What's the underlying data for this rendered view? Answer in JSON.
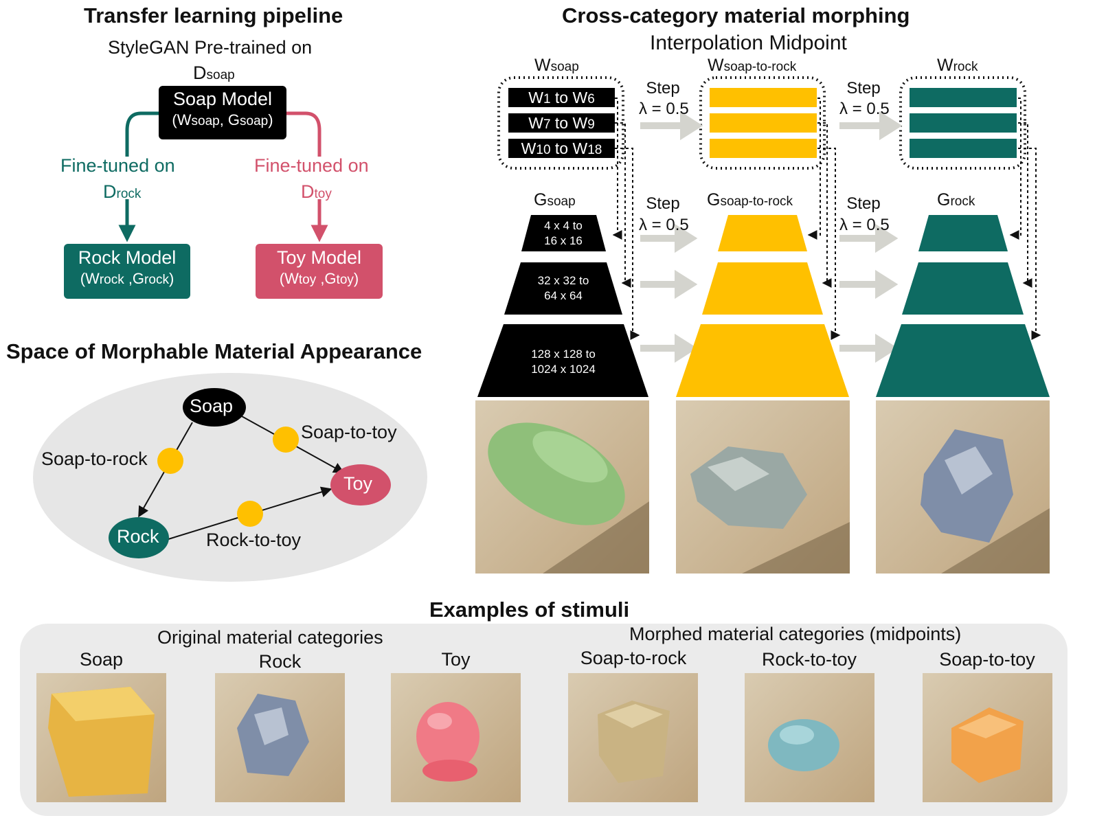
{
  "colors": {
    "teal": "#0e6b62",
    "pink": "#d2516b",
    "yellow": "#ffc000",
    "black": "#000000",
    "ellipse": "#e6e6e6",
    "arrow_gray": "#d4d4ce",
    "panel": "#ebebeb"
  },
  "transfer": {
    "title": "Transfer learning pipeline",
    "subtitle_line1": "StyleGAN Pre-trained on",
    "subtitle_d": "D",
    "subtitle_sub": "soap",
    "soap_model": {
      "label": "Soap Model",
      "params": "(W",
      "p1": "soap",
      "p2": ", G",
      "p3": "soap",
      "p4": ")"
    },
    "finetune_rock": {
      "label": "Fine-tuned on",
      "d": "D",
      "sub": "rock"
    },
    "finetune_toy": {
      "label": "Fine-tuned on",
      "d": "D",
      "sub": "toy"
    },
    "rock_model": {
      "label": "Rock Model",
      "params": "(W",
      "p1": "rock",
      "p2": " ,G",
      "p3": "rock",
      "p4": ")"
    },
    "toy_model": {
      "label": "Toy Model",
      "params": "(W",
      "p1": "toy",
      "p2": " ,G",
      "p3": "toy",
      "p4": ")"
    }
  },
  "space": {
    "title": "Space of Morphable Material Appearance",
    "nodes": {
      "soap": "Soap",
      "rock": "Rock",
      "toy": "Toy"
    },
    "midpoints": {
      "soap_to_rock": "Soap-to-rock",
      "soap_to_toy": "Soap-to-toy",
      "rock_to_toy": "Rock-to-toy"
    }
  },
  "morph": {
    "title": "Cross-category material morphing",
    "subtitle": "Interpolation Midpoint",
    "w_soap": {
      "w": "W",
      "sub": "soap"
    },
    "w_mid": {
      "w": "W",
      "sub": "soap-to-rock"
    },
    "w_rock": {
      "w": "W",
      "sub": "rock"
    },
    "g_soap": {
      "g": "G",
      "sub": "soap"
    },
    "g_mid": {
      "g": "G",
      "sub": "soap-to-rock"
    },
    "g_rock": {
      "g": "G",
      "sub": "rock"
    },
    "w_rows": [
      {
        "a": "W",
        "a_sub": "1",
        "mid": " to W",
        "b_sub": "6"
      },
      {
        "a": "W",
        "a_sub": "7",
        "mid": " to W",
        "b_sub": "9"
      },
      {
        "a": "W",
        "a_sub": "10",
        "mid": " to W",
        "b_sub": "18"
      }
    ],
    "g_layers": [
      {
        "line1": "4 x 4 to",
        "line2": "16 x 16"
      },
      {
        "line1": "32 x 32 to",
        "line2": "64 x 64"
      },
      {
        "line1": "128 x 128 to",
        "line2": "1024 x 1024"
      }
    ],
    "step_label": "Step",
    "lambda_label": "λ = 0.5"
  },
  "stimuli": {
    "title": "Examples of stimuli",
    "original_header": "Original material categories",
    "morphed_header": "Morphed material categories (midpoints)",
    "items": [
      "Soap",
      "Rock",
      "Toy",
      "Soap-to-rock",
      "Rock-to-toy",
      "Soap-to-toy"
    ]
  }
}
